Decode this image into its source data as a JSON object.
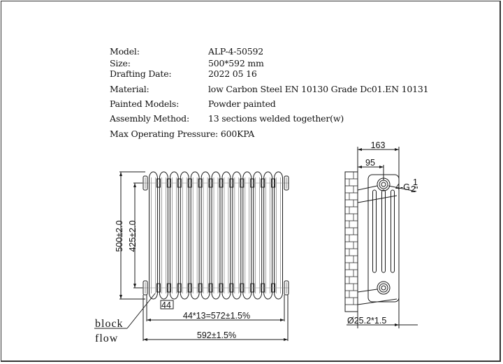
{
  "specs": [
    {
      "label": "Model:",
      "value": "ALP-4-50592"
    },
    {
      "label": "Size:",
      "value": "500*592 mm"
    },
    {
      "label": "Drafting Date:",
      "value": "2022 05 16"
    },
    {
      "label": "Material:",
      "value": "low Carbon Steel  EN 10130 Grade Dc01.EN 10131"
    },
    {
      "label": "Painted Models:",
      "value": "Powder painted"
    },
    {
      "label": "Assembly Method:",
      "value": "13 sections welded together(w)"
    },
    {
      "label": "Max Operating Pressure:",
      "value": "600KPA"
    }
  ],
  "front_view": {
    "sections": 13,
    "height_dim": "500±2.0",
    "centers_dim": "425±2.0",
    "section_pitch": "44",
    "sections_width_dim": "44*13=572±1.5%",
    "overall_width_dim": "592±1.5%",
    "callout_line1": "block",
    "callout_line2": "flow"
  },
  "side_view": {
    "depth_dim": "163",
    "connection_offset_dim": "95",
    "thread_label": "4-G",
    "thread_fraction_num": "1",
    "thread_fraction_den": "2",
    "thread_unit": "\"",
    "tube_dim": "Ø25.2*1.5"
  },
  "colors": {
    "line": "#1a1a1a",
    "background": "#ffffff"
  }
}
